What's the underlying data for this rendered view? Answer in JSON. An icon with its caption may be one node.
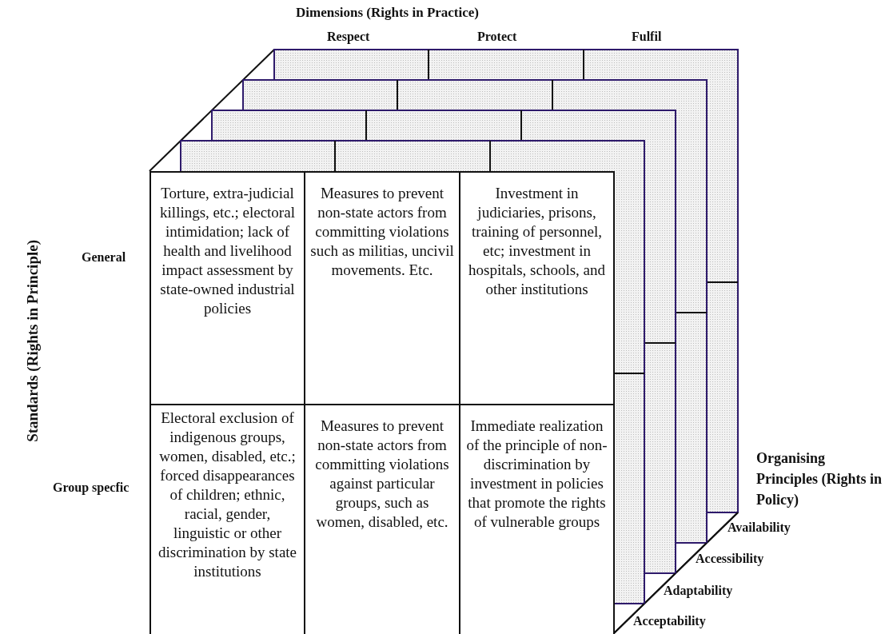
{
  "diagram": {
    "nodes": [
      {
        "text": [
          "Torture, extra-judicial killings, etc.; electoral intimidation; lack of health and livelihood impact assessment by state-owned industrial policies"
        ]
      },
      {
        "text": [
          "Measures to prevent non-state actors from committing violations such as militias, uncivil movements. Etc."
        ]
      },
      {
        "text": [
          "Investment in judiciaries, prisons, training of personnel, etc; investment in hospitals, schools, and other institutions"
        ]
      },
      {
        "text": [
          "Electoral exclusion of indigenous groups, women, disabled, etc.; forced disappearances of children; ethnic, racial, gender, linguistic or other discrimination by state institutions"
        ]
      },
      {
        "text": [
          "Measures to prevent non-state actors from committing violations against particular groups, such as women, disabled, etc."
        ]
      },
      {
        "text": [
          "Immediate realization of the principle of non-discrimination by investment in policies that promote the rights of vulnerable groups"
        ]
      }
    ],
    "labels": [
      "Dimensions (Rights in Practice)",
      "Respect",
      "Protect",
      "Fulfil",
      "Standards (Rights in Principle)",
      "General",
      "Group specfic",
      "Organising Principles (Rights in Policy)",
      "Availability",
      "Accessibility",
      "Adaptability",
      "Acceptability"
    ]
  }
}
